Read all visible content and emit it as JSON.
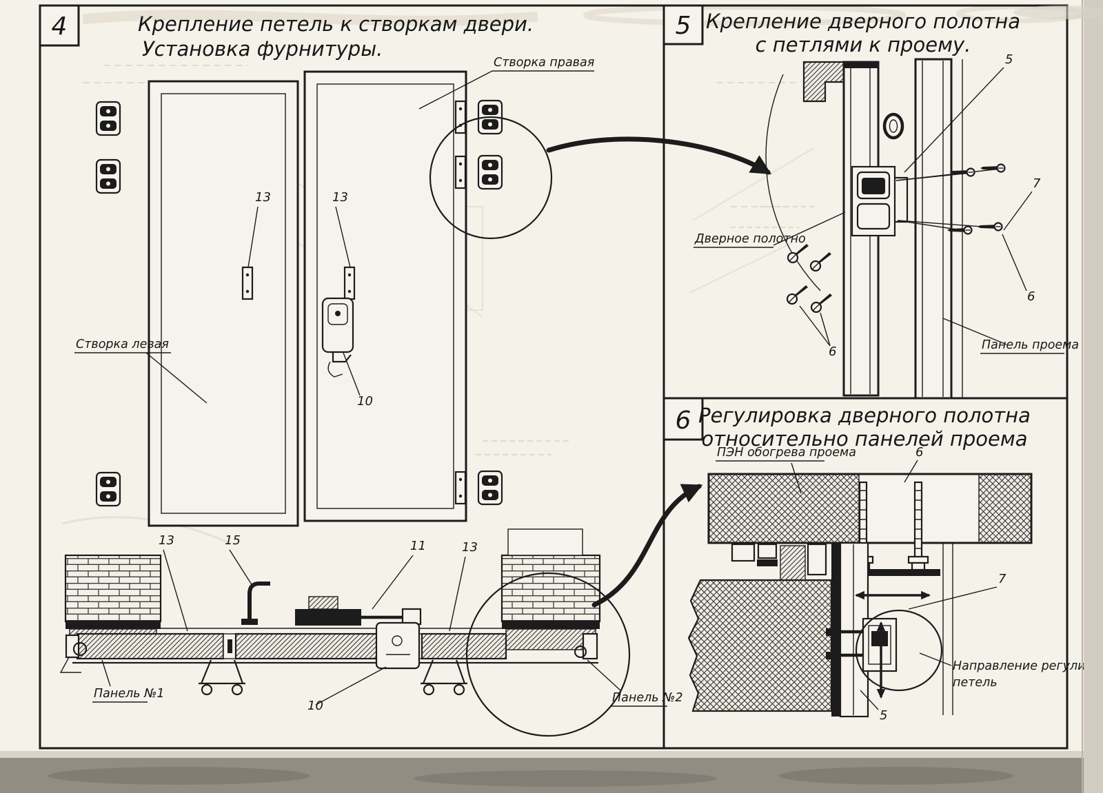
{
  "sheet": {
    "bg": "#f5f2ea",
    "ink": "#1c1c1c"
  },
  "panel4": {
    "number": "4",
    "title_line1": "Крепление петель к створкам двери.",
    "title_line2": "Установка фурнитуры.",
    "label_right_leaf": "Створка правая",
    "label_left_leaf": "Створка левая",
    "label_panel_1": "Панель №1",
    "label_panel_2": "Панель №2",
    "callout_13_top_left": "13",
    "callout_13_top_right": "13",
    "callout_10_mid": "10",
    "callout_13_section_left": "13",
    "callout_15_section": "15",
    "callout_11_section": "11",
    "callout_13_section_right": "13",
    "callout_10_section": "10"
  },
  "panel5": {
    "number": "5",
    "title_line1": "Крепление дверного полотна",
    "title_line2": "с петлями к проему.",
    "label_door_leaf": "Дверное полотно",
    "label_opening_panel": "Панель проема",
    "callout_5": "5",
    "callout_7": "7",
    "callout_6_right": "6",
    "callout_6_left": "6"
  },
  "panel6": {
    "number": "6",
    "title_line1": "Регулировка дверного полотна",
    "title_line2": "относительно панелей проема",
    "label_heater": "ПЭН обогрева проема",
    "label_direction_line1": "Направление регулировки",
    "label_direction_line2": "петель",
    "callout_6": "6",
    "callout_7": "7",
    "callout_5": "5"
  }
}
